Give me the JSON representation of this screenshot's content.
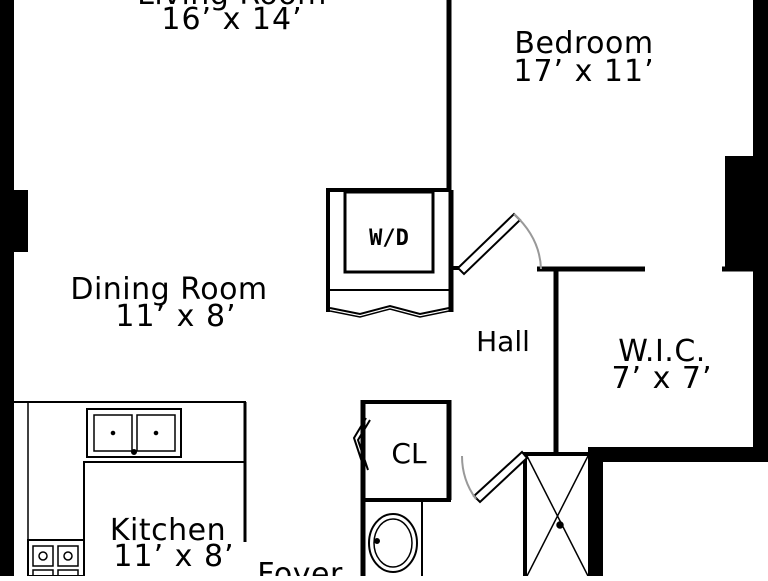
{
  "rooms": {
    "living": {
      "name": "Living Room",
      "dims": "16’ x 14’"
    },
    "bedroom": {
      "name": "Bedroom",
      "dims": "17’ x 11’"
    },
    "dining": {
      "name": "Dining Room",
      "dims": "11’ x 8’"
    },
    "wic": {
      "name": "W.I.C.",
      "dims": "7’ x 7’"
    },
    "kitchen": {
      "name": "Kitchen",
      "dims": "11’ x 8’"
    },
    "hall": {
      "name": "Hall"
    },
    "closet": {
      "name": "CL"
    },
    "foyer": {
      "name": "Foyer"
    }
  },
  "fixtures": {
    "washer_dryer": "W/D"
  }
}
